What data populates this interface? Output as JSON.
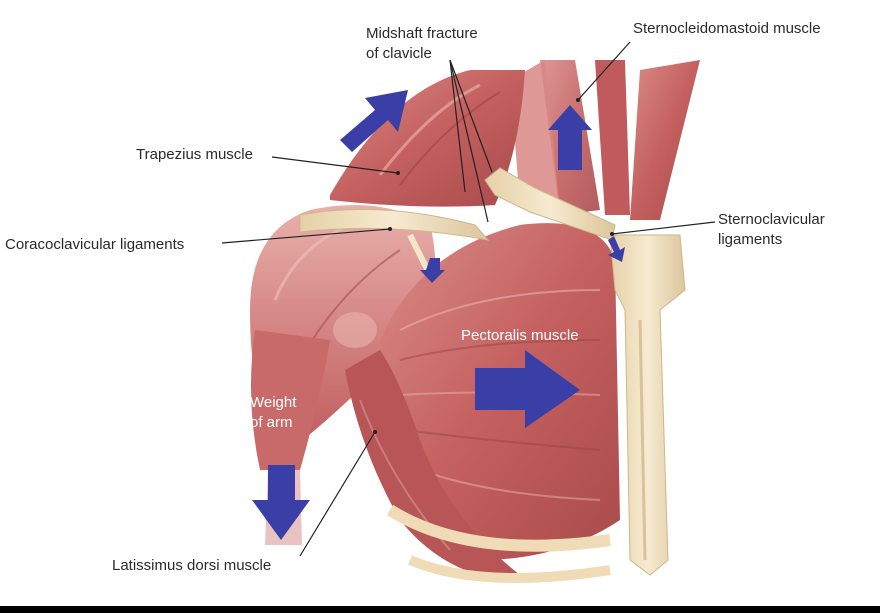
{
  "labels": {
    "midshaft_fracture": [
      "Midshaft fracture",
      "of clavicle"
    ],
    "sternocleidomastoid": "Sternocleidomastoid muscle",
    "trapezius": "Trapezius muscle",
    "sternoclavicular": [
      "Sternoclavicular",
      "ligaments"
    ],
    "coracoclavicular": "Coracoclavicular ligaments",
    "pectoralis": "Pectoralis muscle",
    "weight_of_arm": [
      "Weight",
      "of arm"
    ],
    "latissimus": "Latissimus dorsi muscle"
  },
  "colors": {
    "muscle": "#c9696a",
    "muscle_dark": "#a8494c",
    "muscle_light": "#de9b98",
    "bone": "#f1e2c2",
    "bone_shadow": "#d8c399",
    "arrow": "#3a3fa8",
    "leader": "#222222",
    "text": "#2a2a2a"
  }
}
